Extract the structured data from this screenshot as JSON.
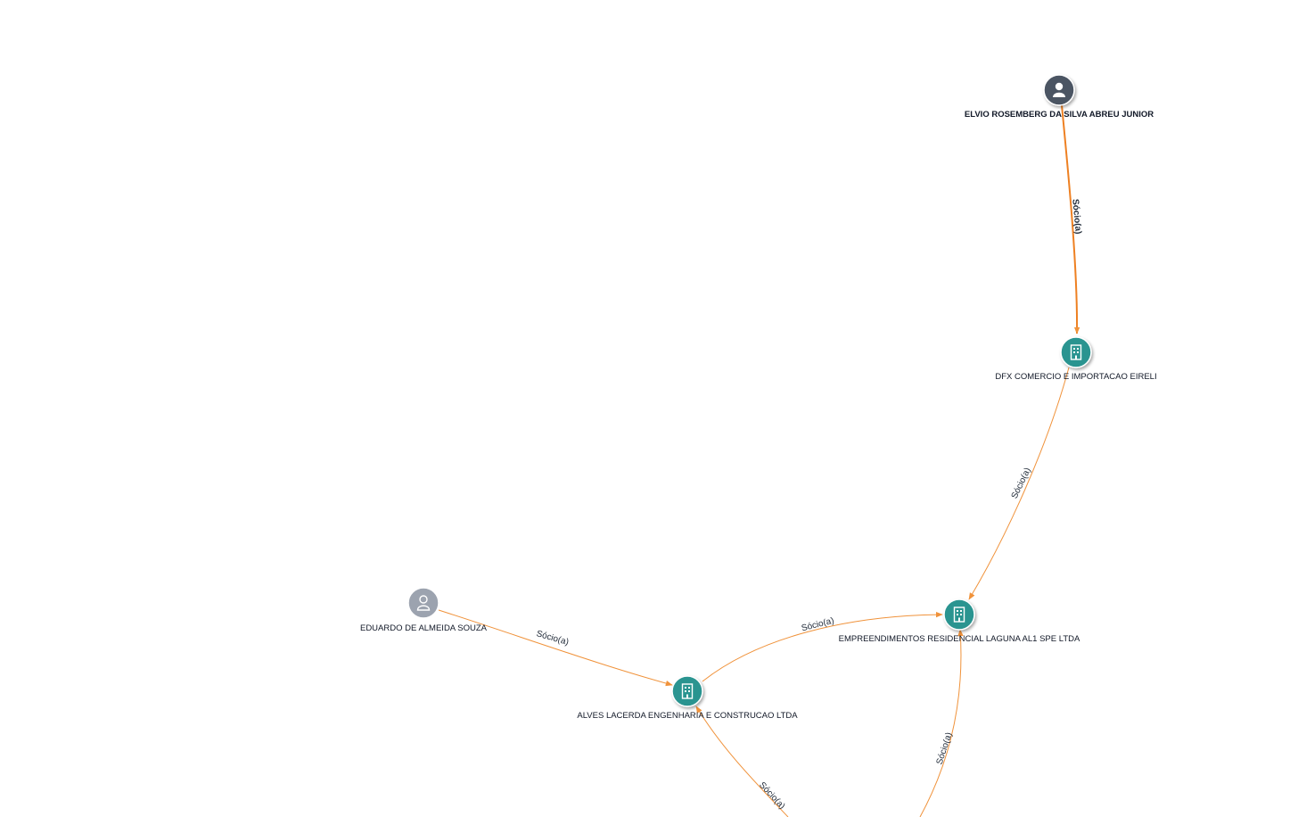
{
  "nodes": {
    "elvio": {
      "label": "ELVIO ROSEMBERG DA SILVA ABREU JUNIOR",
      "kind": "person",
      "icon": "person-icon",
      "color": "#4b5563"
    },
    "dfx": {
      "label": "DFX COMERCIO E IMPORTACAO EIRELI",
      "kind": "company",
      "icon": "building-icon",
      "color": "#2b9490"
    },
    "laguna": {
      "label": "EMPREENDIMENTOS RESIDENCIAL LAGUNA AL1 SPE LTDA",
      "kind": "company",
      "icon": "building-icon",
      "color": "#2b9490"
    },
    "eduardo": {
      "label": "EDUARDO DE ALMEIDA SOUZA",
      "kind": "person",
      "icon": "person-outline-icon",
      "color": "#9ca3af"
    },
    "alves": {
      "label": "ALVES LACERDA ENGENHARIA E CONSTRUCAO LTDA",
      "kind": "company",
      "icon": "building-icon",
      "color": "#2b9490"
    }
  },
  "edges": {
    "elvio_dfx": "Sócio(a)",
    "dfx_laguna": "Sócio(a)",
    "eduardo_alves": "Sócio(a)",
    "alves_laguna": "Sócio(a)",
    "offscreen_alves": "Sócio(a)",
    "offscreen_laguna": "Sócio(a)"
  },
  "colors": {
    "edge": "#f0923a",
    "company": "#2b9490",
    "person_dark": "#4b5563",
    "person_light": "#9ca3af"
  }
}
